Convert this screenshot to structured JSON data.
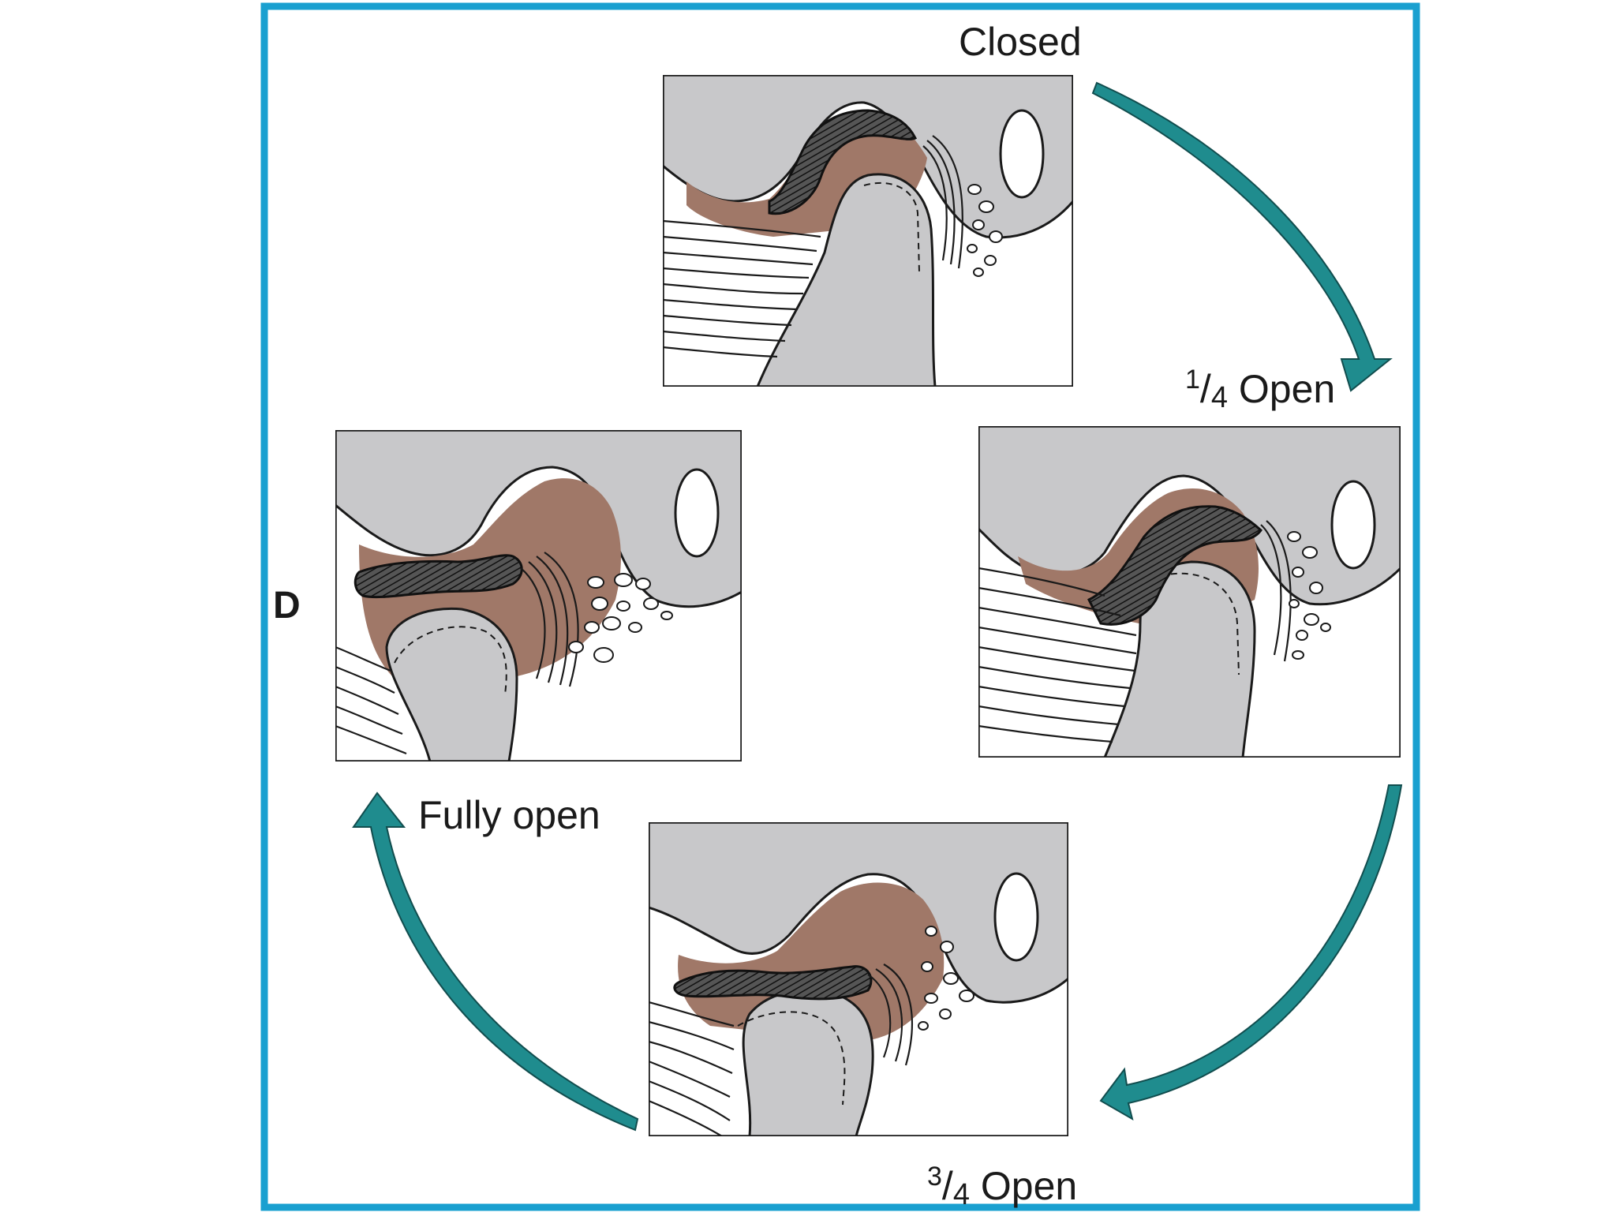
{
  "figure": {
    "panel_letter": "D",
    "stages": [
      {
        "id": "closed",
        "label": "Closed"
      },
      {
        "id": "quarter",
        "numerator": "1",
        "slash": "/",
        "denominator": "4",
        "word": "Open"
      },
      {
        "id": "three-quarter",
        "numerator": "3",
        "slash": "/",
        "denominator": "4",
        "word": "Open"
      },
      {
        "id": "fully",
        "label": "Fully open"
      }
    ]
  },
  "colors": {
    "frame": "#1aa0d0",
    "arrow": "#1f8c8e",
    "bone": "#c8c8ca",
    "tissue": "#a07868",
    "disc": "#3a3a3a",
    "ink": "#1a1a1a"
  }
}
